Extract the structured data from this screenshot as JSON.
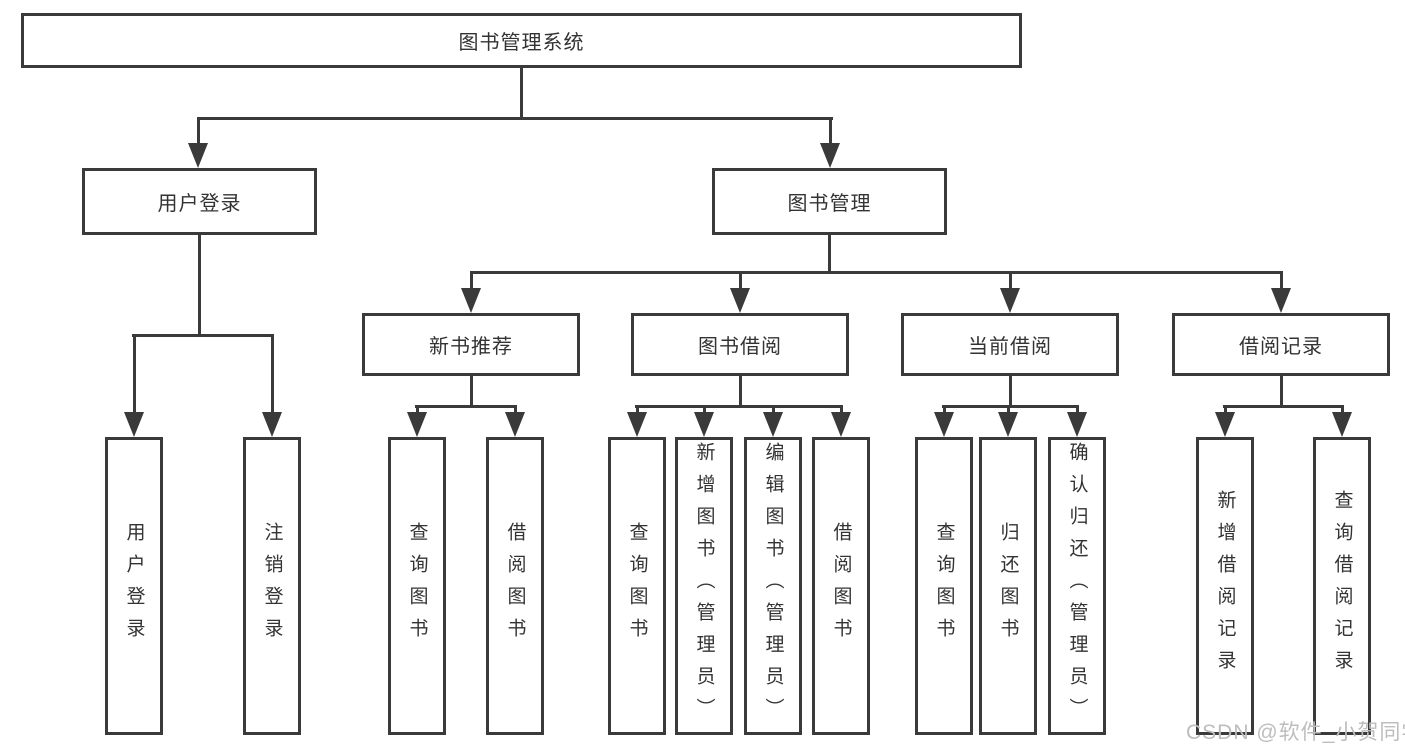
{
  "colors": {
    "line": "#3a3a3a",
    "text": "#333333",
    "watermark": "#bdbdbd",
    "bg": "#ffffff"
  },
  "tree": {
    "root": "图书管理系统",
    "user_login": {
      "label": "用户登录",
      "leaves": [
        "用户登录",
        "注销登录"
      ]
    },
    "book_mgmt": {
      "label": "图书管理",
      "sections": [
        {
          "label": "新书推荐",
          "leaves": [
            "查询图书",
            "借阅图书"
          ]
        },
        {
          "label": "图书借阅",
          "leaves": [
            "查询图书",
            "新增图书（管理员）",
            "编辑图书（管理员）",
            "借阅图书"
          ]
        },
        {
          "label": "当前借阅",
          "leaves": [
            "查询图书",
            "归还图书",
            "确认归还（管理员）"
          ]
        },
        {
          "label": "借阅记录",
          "leaves": [
            "新增借阅记录",
            "查询借阅记录"
          ]
        }
      ]
    }
  },
  "watermark": {
    "text": "CSDN @软件_小贺同学"
  }
}
